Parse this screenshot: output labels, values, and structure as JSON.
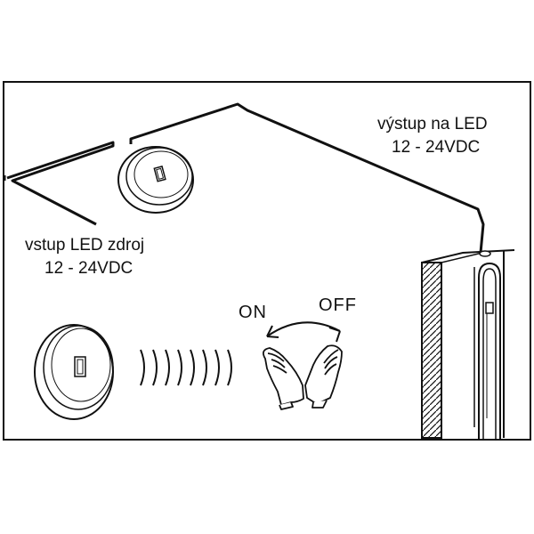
{
  "labels": {
    "output_line1": "výstup na LED",
    "output_line2": "12 - 24VDC",
    "input_line1": "vstup LED zdroj",
    "input_line2": "12 - 24VDC",
    "on": "ON",
    "off": "OFF"
  },
  "colors": {
    "line": "#111111",
    "background": "#ffffff"
  },
  "icons": [
    "touch-dimmer-icon",
    "hand-wave-icon",
    "swipe-arrow-icon",
    "led-strip-icon"
  ]
}
